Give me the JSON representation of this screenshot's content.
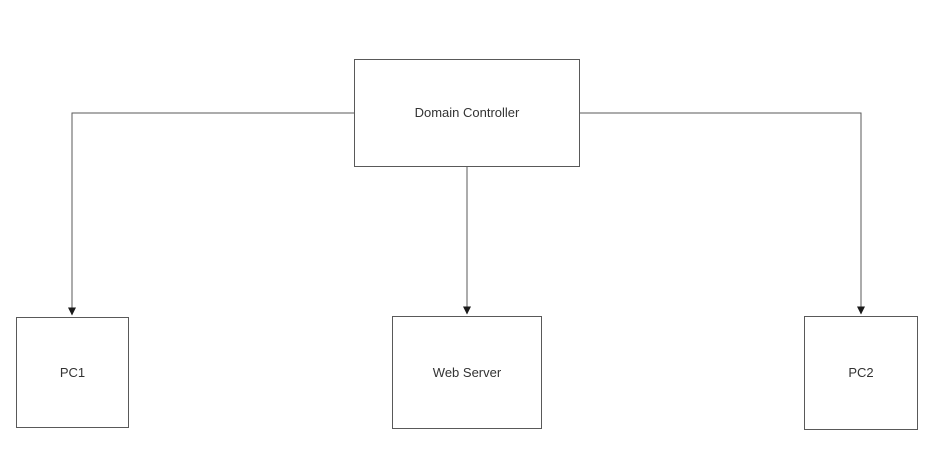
{
  "diagram": {
    "type": "network-topology",
    "background_color": "#ffffff",
    "stroke_color": "#595959",
    "arrowhead_color": "#1a1a1a",
    "text_color": "#333333",
    "nodes": [
      {
        "id": "domain-controller",
        "label": "Domain Controller",
        "shape": "rectangle"
      },
      {
        "id": "pc1",
        "label": "PC1",
        "shape": "rectangle"
      },
      {
        "id": "web-server",
        "label": "Web Server",
        "shape": "rectangle"
      },
      {
        "id": "pc2",
        "label": "PC2",
        "shape": "rectangle"
      }
    ],
    "edges": [
      {
        "from": "domain-controller",
        "to": "pc1",
        "style": "orthogonal",
        "arrow": "solid-triangle-at-target"
      },
      {
        "from": "domain-controller",
        "to": "web-server",
        "style": "straight",
        "arrow": "solid-triangle-at-target"
      },
      {
        "from": "domain-controller",
        "to": "pc2",
        "style": "orthogonal",
        "arrow": "solid-triangle-at-target"
      }
    ]
  }
}
